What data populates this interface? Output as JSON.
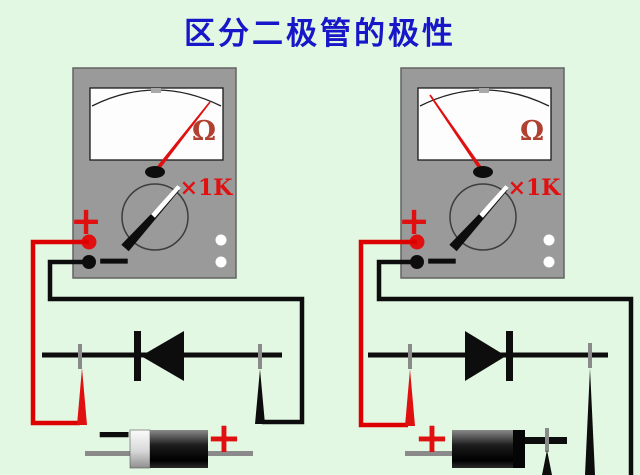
{
  "title": "区分二极管的极性",
  "colors": {
    "background": "#e3f8e3",
    "title": "#1717c9",
    "meter_body": "#9a9a9a",
    "accent_red": "#e01010",
    "omega_red": "#b04030",
    "wire_black": "#0d0d0d"
  },
  "left_meter": {
    "omega": "Ω",
    "range": "×1K",
    "plus": "+",
    "minus": "−"
  },
  "right_meter": {
    "omega": "Ω",
    "range": "×1K",
    "plus": "+",
    "minus": "−"
  },
  "left_diode": {
    "minus": "−",
    "plus": "+"
  },
  "right_diode": {
    "plus": "+"
  }
}
